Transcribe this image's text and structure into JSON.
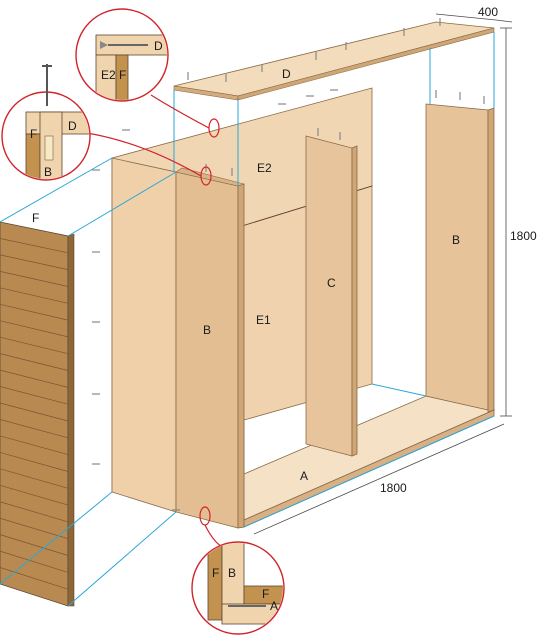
{
  "panels": {
    "A": "A",
    "B_front": "B",
    "B_back": "B",
    "C": "C",
    "D": "D",
    "E1": "E1",
    "E2": "E2",
    "F": "F"
  },
  "dimensions": {
    "depth": "400",
    "height": "1800",
    "width": "1800"
  },
  "details": {
    "top_right": {
      "top": "D",
      "left": "E2",
      "right": "F"
    },
    "top_left": {
      "top": "D",
      "left": "F",
      "bottom": "B"
    },
    "bottom": {
      "left": "F",
      "mid": "B",
      "right": "F",
      "bottom": "A"
    }
  },
  "colors": {
    "panel_light": "#f1d6b4",
    "panel_mid": "#e6c29a",
    "panel_edge": "#cfa676",
    "cladding": "#b88a52",
    "leader_blue": "#2aa7d8",
    "detail_red": "#d2232a"
  }
}
